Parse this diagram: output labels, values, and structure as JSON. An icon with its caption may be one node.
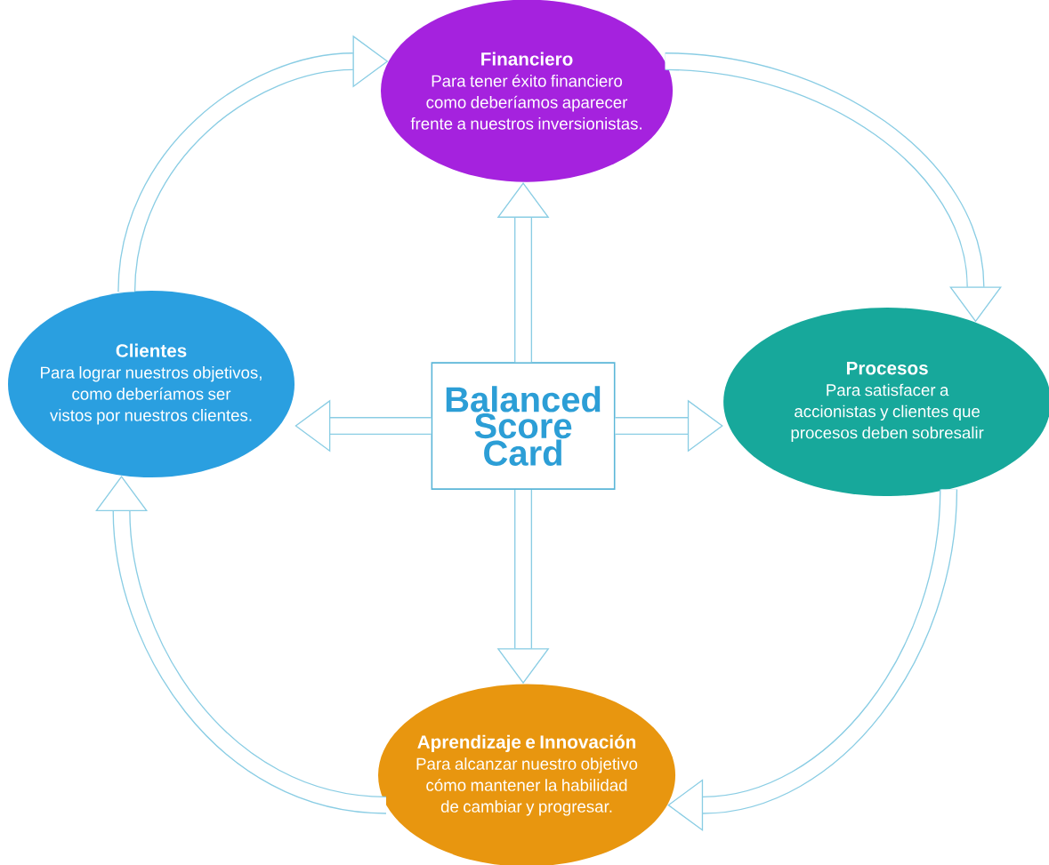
{
  "diagram": {
    "nodes": [
      {
        "text": [
          "Financiero",
          "Para tener éxito financiero como deberíamos aparecer frente a nuestros inversionistas."
        ]
      },
      {
        "text": [
          "Clientes",
          "Para lograr nuestros objetivos, como deberíamos ser vistos por nuestros clientes."
        ]
      },
      {
        "text": [
          "Balanced Score Card"
        ]
      },
      {
        "text": [
          "Procesos",
          "Para satisfacer a accionistas y clientes que procesos deben sobresalir"
        ]
      },
      {
        "text": [
          "Aprendizaje e Innovación",
          "Para alcanzar nuestro objetivo cómo mantener la habilidad de cambiar y progresar."
        ]
      }
    ],
    "edges": [
      {
        "from": 2,
        "to": 0,
        "arrow": "to"
      },
      {
        "from": 2,
        "to": 1,
        "arrow": "to"
      },
      {
        "from": 2,
        "to": 3,
        "arrow": "to"
      },
      {
        "from": 2,
        "to": 4,
        "arrow": "to"
      },
      {
        "from": 1,
        "to": 0,
        "arrow": "to"
      },
      {
        "from": 0,
        "to": 3,
        "arrow": "to"
      },
      {
        "from": 3,
        "to": 4,
        "arrow": "to"
      },
      {
        "from": 4,
        "to": 1,
        "arrow": "to"
      }
    ]
  }
}
